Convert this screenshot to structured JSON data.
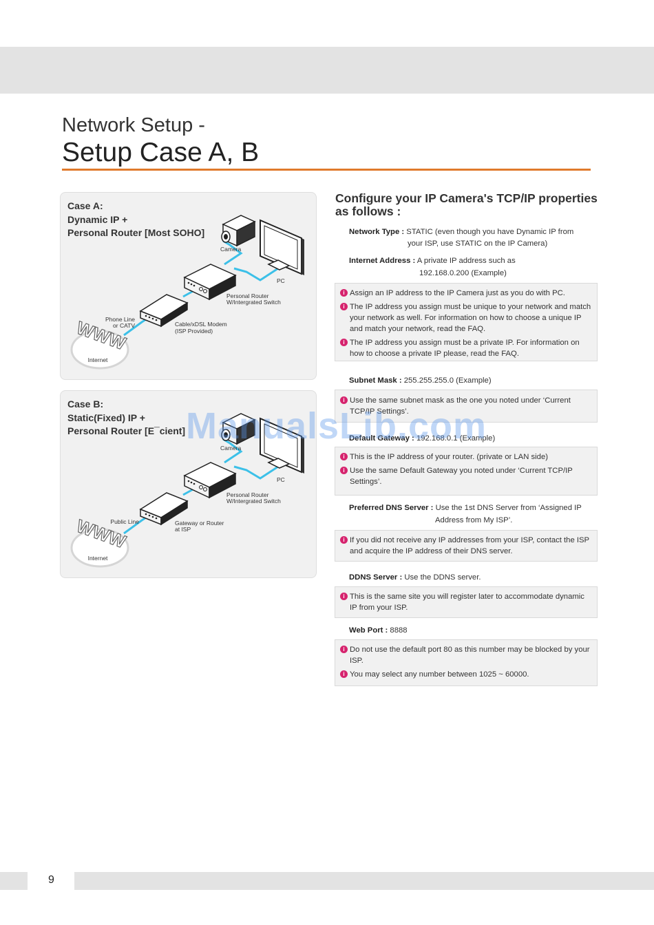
{
  "header": {
    "subtitle": "Network Setup -",
    "title": "Setup Case A, B"
  },
  "case_a": {
    "title_lines": [
      "Case A:",
      "Dynamic IP +",
      "Personal Router [Most SOHO]"
    ],
    "labels": {
      "camera": "Camera",
      "pc": "PC",
      "router_1": "Personal Router",
      "router_2": "W/Intergrated Switch",
      "modem_1": "Cable/xDSL Modem",
      "modem_2": "(ISP Provided)",
      "line_1": "Phone Line",
      "line_2": "or CATV",
      "internet": "Internet",
      "www": "WWW"
    }
  },
  "case_b": {
    "title_lines": [
      "Case B:",
      "Static(Fixed) IP +",
      "Personal Router [E¯cient]"
    ],
    "labels": {
      "camera": "Camera",
      "pc": "PC",
      "router_1": "Personal Router",
      "router_2": "W/Intergrated Switch",
      "gateway_1": "Gateway or Router",
      "gateway_2": "at ISP",
      "line": "Public Line",
      "internet": "Internet",
      "www": "WWW"
    }
  },
  "config": {
    "heading_1": "Configure your IP Camera's TCP/IP properties",
    "heading_2": "as follows :",
    "network_type": {
      "label": "Network Type :",
      "line1": "STATIC (even though you have Dynamic IP from",
      "line2": "your ISP, use STATIC on the IP Camera)"
    },
    "internet_address": {
      "label": "Internet Address :",
      "line1": "A private IP address such as",
      "line2": "192.168.0.200 (Example)"
    },
    "notes_address": [
      "Assign an IP address to the IP Camera just as you do with PC.",
      "The IP address you assign must be unique to your network and match your network as well.  For information on how to choose a unique IP and match your network, read the FAQ.",
      "The IP address you assign must be a private IP.  For information on how to choose a private IP please, read the FAQ."
    ],
    "subnet_mask": {
      "label": "Subnet Mask :",
      "value": "255.255.255.0 (Example)"
    },
    "notes_subnet": [
      "Use the same subnet mask as the one you noted under ‘Current TCP/IP Settings’."
    ],
    "default_gateway": {
      "label": "Default Gateway :",
      "value": "192.168.0.1 (Example)"
    },
    "notes_gateway": [
      "This is the IP address of your router. (private or LAN side)",
      "Use the same Default Gateway you noted under ‘Current TCP/IP Settings’."
    ],
    "dns": {
      "label": "Preferred DNS Server :",
      "line1": "Use the 1st DNS Server from ‘Assigned IP",
      "line2": "Address from My ISP’."
    },
    "notes_dns": [
      "If you did not receive any IP addresses from your ISP,  contact the ISP and acquire the IP address of their DNS server."
    ],
    "ddns": {
      "label": "DDNS Server :",
      "value": "Use the DDNS server."
    },
    "notes_ddns": [
      "This is the same site you will register later to accommodate dynamic IP from your ISP."
    ],
    "web_port": {
      "label": "Web Port :",
      "value": "8888"
    },
    "notes_port": [
      "Do not use the default port 80 as this number may be blocked by your ISP.",
      "You may select any number between 1025 ~ 60000."
    ],
    "info_icon": "i"
  },
  "watermark": "ManualsLib.com",
  "footer": {
    "page_number": "9"
  },
  "colors": {
    "accent_rule": "#e07a2c",
    "cable": "#3cc0e8",
    "info_icon": "#d6246e",
    "band": "#e3e3e3"
  }
}
